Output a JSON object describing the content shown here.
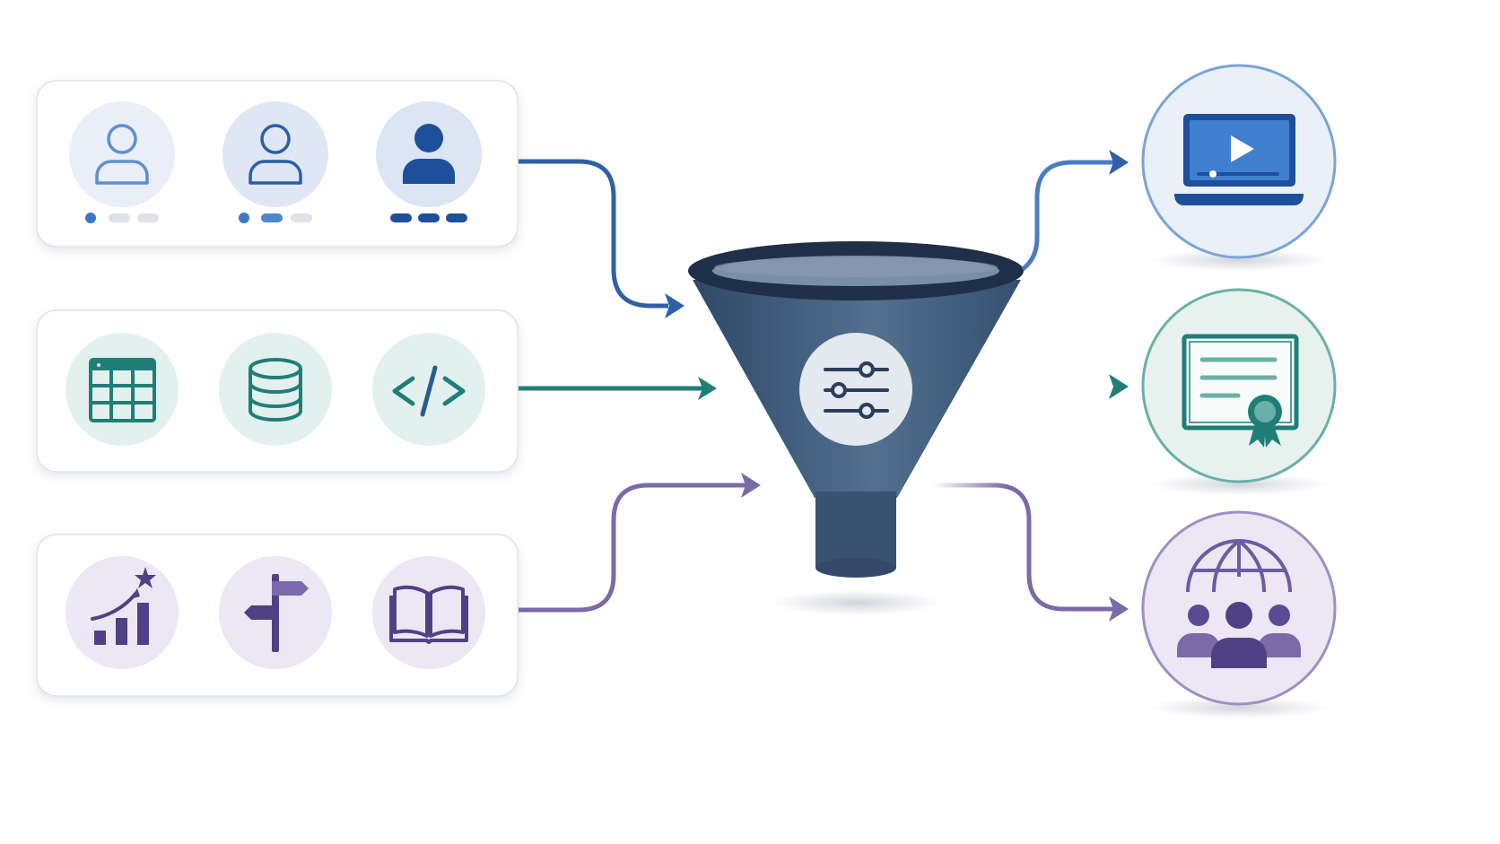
{
  "title": "",
  "colors": {
    "blue": "#2f5fa8",
    "blue_light": "#5b8fd0",
    "teal": "#1f7f78",
    "purple": "#7b6aa8",
    "funnel": "#3f5a7d",
    "funnel_dark": "#1f2f48"
  },
  "input_groups": [
    {
      "id": "users",
      "color": "blue",
      "icons": [
        "user-outline-icon",
        "user-outline-icon",
        "user-filled-icon"
      ],
      "progress_steps": [
        1,
        2,
        3
      ],
      "progress_total": 3
    },
    {
      "id": "data",
      "color": "teal",
      "icons": [
        "spreadsheet-icon",
        "database-icon",
        "code-icon"
      ]
    },
    {
      "id": "growth",
      "color": "purple",
      "icons": [
        "growth-chart-star-icon",
        "signpost-icon",
        "open-book-icon"
      ]
    }
  ],
  "funnel": {
    "icon": "sliders-icon"
  },
  "outputs": [
    {
      "id": "video",
      "color": "blue",
      "icon": "laptop-video-icon"
    },
    {
      "id": "certificate",
      "color": "teal",
      "icon": "certificate-icon"
    },
    {
      "id": "community",
      "color": "purple",
      "icon": "global-community-icon"
    }
  ]
}
